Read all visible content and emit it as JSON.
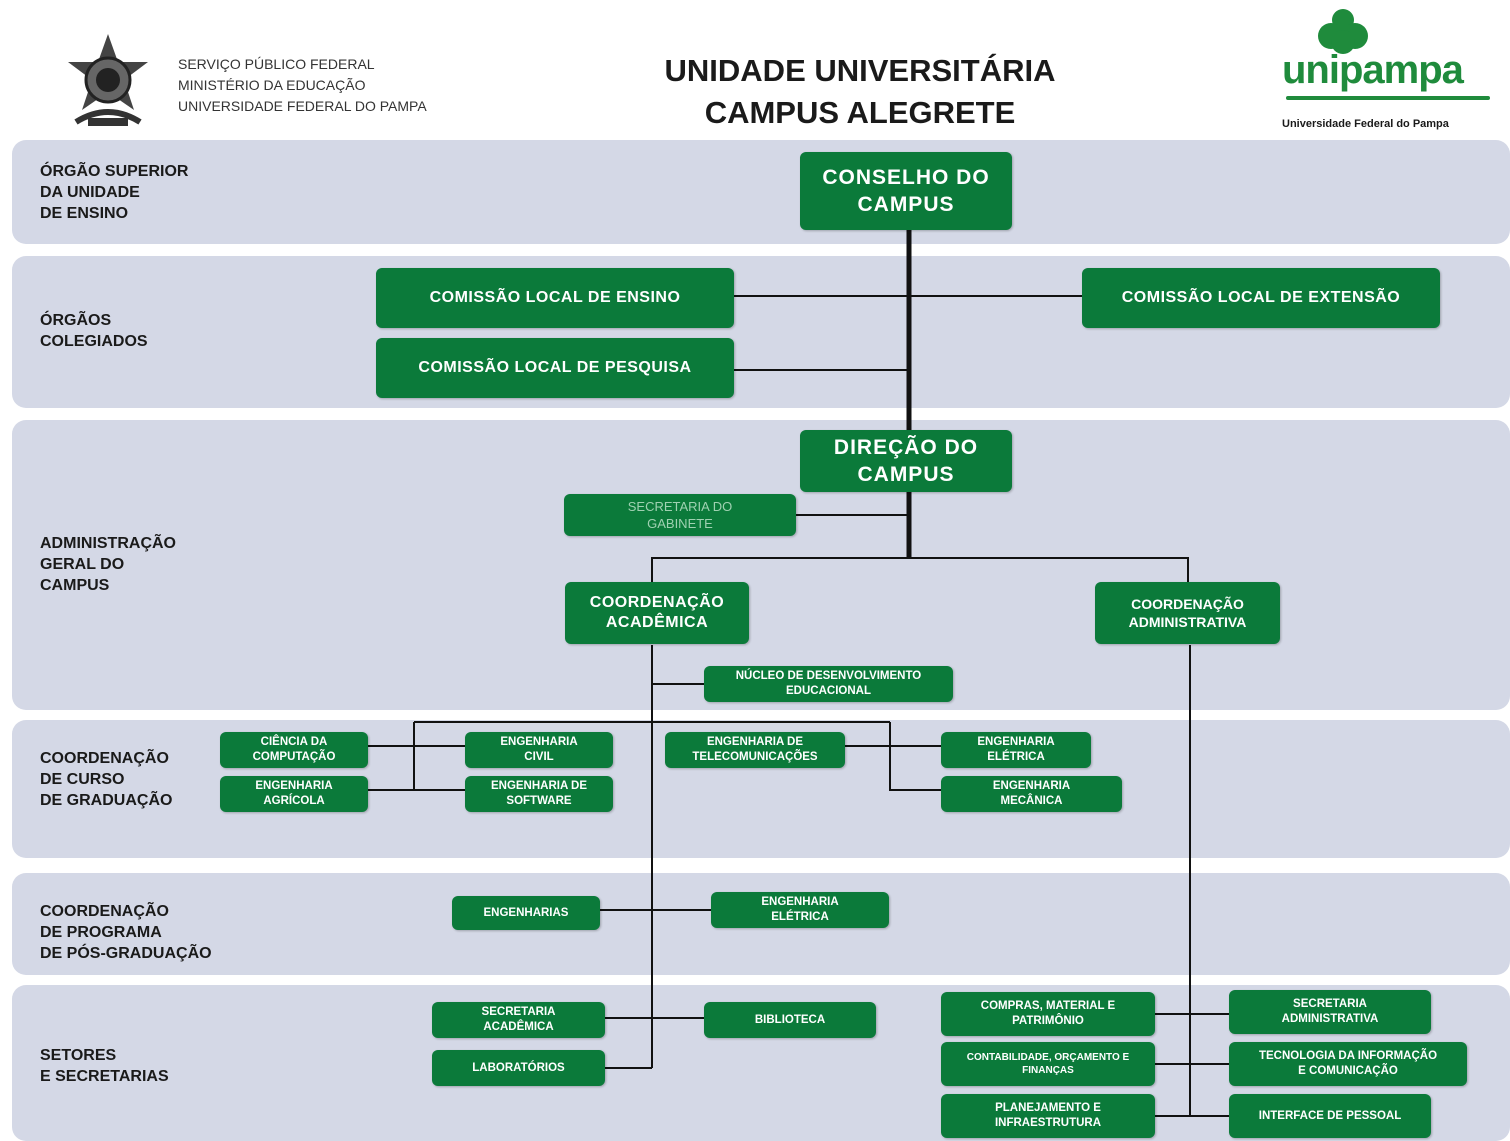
{
  "header": {
    "lines": "SERVIÇO PÚBLICO FEDERAL\nMINISTÉRIO DA EDUCAÇÃO\nUNIVERSIDADE FEDERAL DO PAMPA",
    "title": "UNIDADE UNIVERSITÁRIA\nCAMPUS ALEGRETE",
    "logo_word": "unipampa",
    "logo_sub": "Universidade Federal do Pampa"
  },
  "rows": {
    "orgao_superior": "ÓRGÃO SUPERIOR\nDA UNIDADE\nDE ENSINO",
    "orgaos_colegiados": "ÓRGÃOS\nCOLEGIADOS",
    "administracao": "ADMINISTRAÇÃO\nGERAL DO\nCAMPUS",
    "coord_graduacao": "COORDENAÇÃO\nDE CURSO\nDE GRADUAÇÃO",
    "coord_pos": "COORDENAÇÃO\nDE PROGRAMA\nDE PÓS-GRADUAÇÃO",
    "setores": "SETORES\nE SECRETARIAS"
  },
  "boxes": {
    "conselho": "CONSELHO DO\nCAMPUS",
    "com_ensino": "COMISSÃO LOCAL DE ENSINO",
    "com_extensao": "COMISSÃO LOCAL DE EXTENSÃO",
    "com_pesquisa": "COMISSÃO LOCAL DE PESQUISA",
    "direcao": "DIREÇÃO DO\nCAMPUS",
    "secretaria_gabinete": "SECRETARIA DO\nGABINETE",
    "coord_academica": "COORDENAÇÃO\nACADÊMICA",
    "coord_administrativa": "COORDENAÇÃO\nADMINISTRATIVA",
    "nucleo": "NÚCLEO DE DESENVOLVIMENTO\nEDUCACIONAL",
    "ciencia_computacao": "CIÊNCIA DA\nCOMPUTAÇÃO",
    "eng_agricola": "ENGENHARIA\nAGRÍCOLA",
    "eng_civil": "ENGENHARIA\nCIVIL",
    "eng_software": "ENGENHARIA DE\nSOFTWARE",
    "eng_telecom": "ENGENHARIA DE\nTELECOMUNICAÇÕES",
    "eng_eletrica": "ENGENHARIA\nELÉTRICA",
    "eng_mecanica": "ENGENHARIA\nMECÂNICA",
    "engenharias": "ENGENHARIAS",
    "pos_eng_eletrica": "ENGENHARIA\nELÉTRICA",
    "sec_academica": "SECRETARIA\nACADÊMICA",
    "laboratorios": "LABORATÓRIOS",
    "biblioteca": "BIBLIOTECA",
    "compras": "COMPRAS, MATERIAL E\nPATRIMÔNIO",
    "contabilidade": "CONTABILIDADE, ORÇAMENTO E\nFINANÇAS",
    "planejamento": "PLANEJAMENTO E\nINFRAESTRUTURA",
    "sec_administrativa": "SECRETARIA\nADMINISTRATIVA",
    "ti": "TECNOLOGIA DA INFORMAÇÃO\nE COMUNICAÇÃO",
    "interface_pessoal": "INTERFACE DE PESSOAL"
  },
  "colors": {
    "box": "#0b7a3a",
    "band": "#d4d8e6",
    "logo": "#1f8b3c"
  }
}
